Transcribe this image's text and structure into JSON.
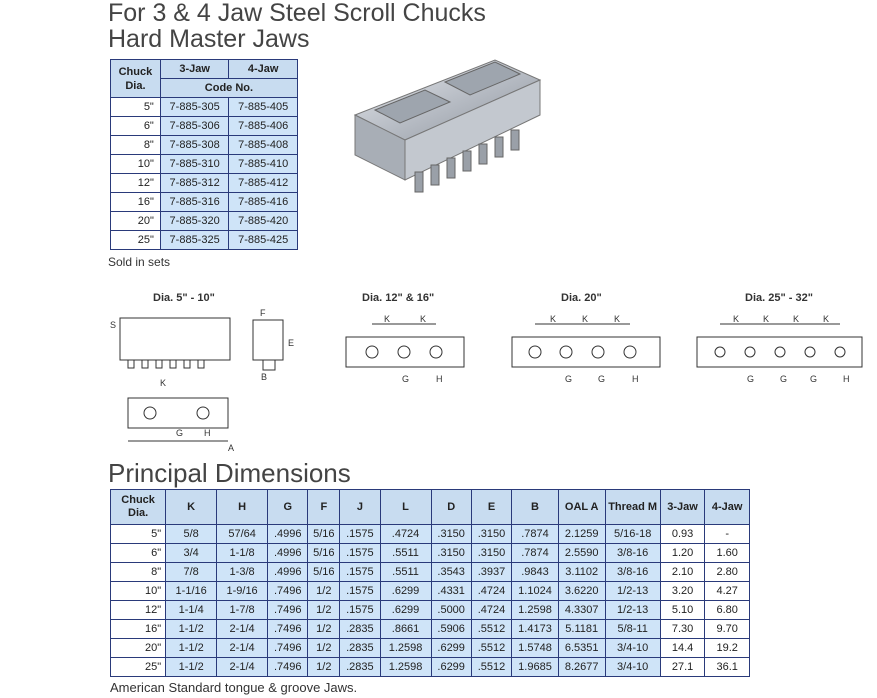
{
  "header": {
    "title_line1": "For 3 & 4 Jaw Steel Scroll Chucks",
    "title_line2": "Hard Master Jaws"
  },
  "code_table": {
    "col_chuck": "Chuck Dia.",
    "col_3jaw": "3-Jaw",
    "col_4jaw": "4-Jaw",
    "col_code": "Code No.",
    "rows": [
      {
        "dia": "5\"",
        "jaw3": "7-885-305",
        "jaw4": "7-885-405"
      },
      {
        "dia": "6\"",
        "jaw3": "7-885-306",
        "jaw4": "7-885-406"
      },
      {
        "dia": "8\"",
        "jaw3": "7-885-308",
        "jaw4": "7-885-408"
      },
      {
        "dia": "10\"",
        "jaw3": "7-885-310",
        "jaw4": "7-885-410"
      },
      {
        "dia": "12\"",
        "jaw3": "7-885-312",
        "jaw4": "7-885-412"
      },
      {
        "dia": "16\"",
        "jaw3": "7-885-316",
        "jaw4": "7-885-416"
      },
      {
        "dia": "20\"",
        "jaw3": "7-885-320",
        "jaw4": "7-885-420"
      },
      {
        "dia": "25\"",
        "jaw3": "7-885-325",
        "jaw4": "7-885-425"
      }
    ],
    "note": "Sold in sets"
  },
  "diagrams": {
    "d1_label": "Dia. 5\" - 10\"",
    "d2_label": "Dia. 12\" & 16\"",
    "d3_label": "Dia. 20\"",
    "d4_label": "Dia. 25\" - 32\""
  },
  "dims": {
    "heading": "Principal Dimensions",
    "headers": [
      "Chuck Dia.",
      "K",
      "H",
      "G",
      "F",
      "J",
      "L",
      "D",
      "E",
      "B",
      "OAL A",
      "Thread M",
      "3-Jaw",
      "4-Jaw"
    ],
    "rows": [
      [
        "5\"",
        "5/8",
        "57/64",
        ".4996",
        "5/16",
        ".1575",
        ".4724",
        ".3150",
        ".3150",
        ".7874",
        "2.1259",
        "5/16-18",
        "0.93",
        "-"
      ],
      [
        "6\"",
        "3/4",
        "1-1/8",
        ".4996",
        "5/16",
        ".1575",
        ".5511",
        ".3150",
        ".3150",
        ".7874",
        "2.5590",
        "3/8-16",
        "1.20",
        "1.60"
      ],
      [
        "8\"",
        "7/8",
        "1-3/8",
        ".4996",
        "5/16",
        ".1575",
        ".5511",
        ".3543",
        ".3937",
        ".9843",
        "3.1102",
        "3/8-16",
        "2.10",
        "2.80"
      ],
      [
        "10\"",
        "1-1/16",
        "1-9/16",
        ".7496",
        "1/2",
        ".1575",
        ".6299",
        ".4331",
        ".4724",
        "1.1024",
        "3.6220",
        "1/2-13",
        "3.20",
        "4.27"
      ],
      [
        "12\"",
        "1-1/4",
        "1-7/8",
        ".7496",
        "1/2",
        ".1575",
        ".6299",
        ".5000",
        ".4724",
        "1.2598",
        "4.3307",
        "1/2-13",
        "5.10",
        "6.80"
      ],
      [
        "16\"",
        "1-1/2",
        "2-1/4",
        ".7496",
        "1/2",
        ".2835",
        ".8661",
        ".5906",
        ".5512",
        "1.4173",
        "5.1181",
        "5/8-11",
        "7.30",
        "9.70"
      ],
      [
        "20\"",
        "1-1/2",
        "2-1/4",
        ".7496",
        "1/2",
        ".2835",
        "1.2598",
        ".6299",
        ".5512",
        "1.5748",
        "6.5351",
        "3/4-10",
        "14.4",
        "19.2"
      ],
      [
        "25\"",
        "1-1/2",
        "2-1/4",
        ".7496",
        "1/2",
        ".2835",
        "1.2598",
        ".6299",
        ".5512",
        "1.9685",
        "8.2677",
        "3/4-10",
        "27.1",
        "36.1"
      ]
    ],
    "footnote": "American Standard tongue & groove Jaws."
  }
}
